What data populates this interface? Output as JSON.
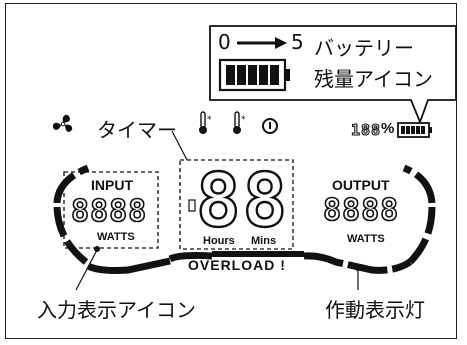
{
  "callout": {
    "range_start": "0",
    "range_end": "5",
    "line1": "バッテリー",
    "line2": "残量アイコン"
  },
  "labels": {
    "timer": "タイマー",
    "input_icon": "入力表示アイコン",
    "operation_light": "作動表示灯"
  },
  "display": {
    "input_title": "INPUT",
    "input_digits": "8888",
    "input_unit": "WATTS",
    "timer_digits": "88",
    "hours_label": "Hours",
    "mins_label": "Mins",
    "output_title": "OUTPUT",
    "output_digits": "8888",
    "output_unit": "WATTS",
    "overload": "OVERLOAD !",
    "battery_percent_digits": "188",
    "percent_sign": "%"
  },
  "icons": [
    "fan-icon",
    "thermometer-icon",
    "thermometer-icon",
    "power-icon",
    "battery-icon"
  ]
}
